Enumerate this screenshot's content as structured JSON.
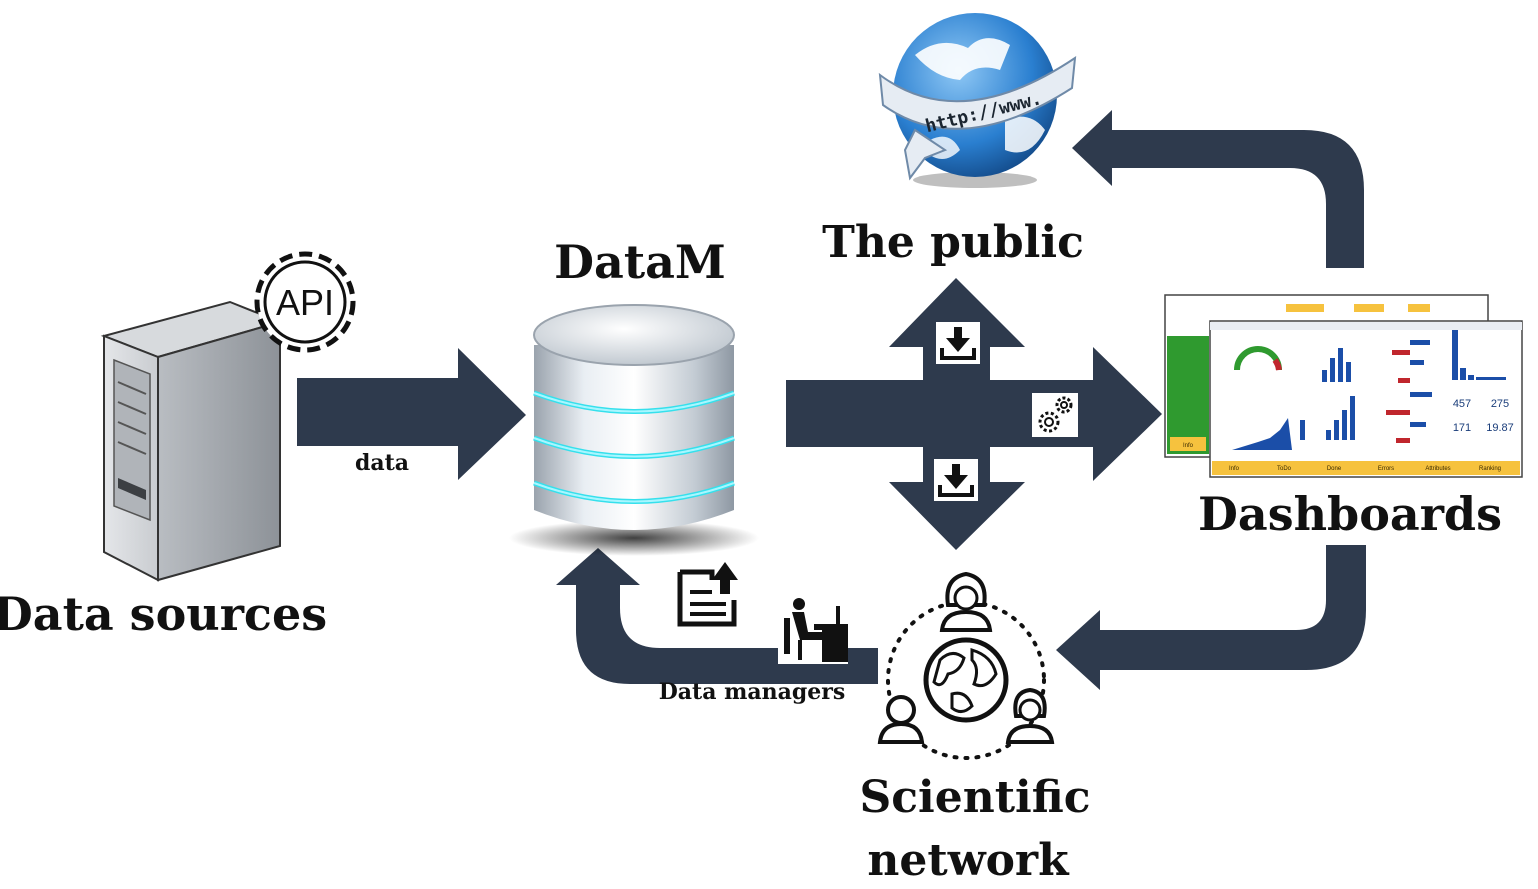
{
  "colors": {
    "arrow": "#2e3a4d",
    "cylinder_glow": "#35e0ec",
    "globe_blue": "#1f6fc0",
    "dashboard_green": "#2f9a2f",
    "dashboard_yellow": "#f6c23e",
    "bar_blue": "#1b4ea8",
    "bar_red": "#c0262d"
  },
  "nodes": {
    "data_sources": {
      "label": "Data sources",
      "icon": "server-icon",
      "badge": "API"
    },
    "datam": {
      "label": "DataM",
      "icon": "database-icon"
    },
    "public": {
      "label": "The public",
      "icon": "globe-icon",
      "url": "http://www."
    },
    "dashboards": {
      "label": "Dashboards",
      "icon": "dashboard-screenshot"
    },
    "scientific_network": {
      "label_line1": "Scientific",
      "label_line2": "network",
      "icon": "people-network-icon"
    }
  },
  "edges": {
    "data_arrow_label": "data",
    "managers_label": "Data managers"
  },
  "dashboard": {
    "kpis": [
      "457",
      "275",
      "171",
      "19.87"
    ],
    "buttons": [
      "Info",
      "ToDo",
      "Done",
      "Errors",
      "Attributes",
      "Ranking"
    ],
    "back_button": "Info"
  }
}
